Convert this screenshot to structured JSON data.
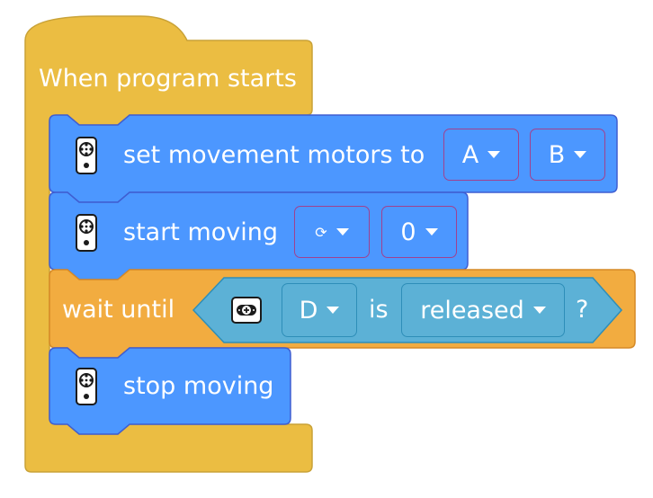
{
  "colors": {
    "event": "#ebbd42",
    "event_border": "#c9a237",
    "control": "#f2ac40",
    "control_border": "#d68a27",
    "motion": "#4c97ff",
    "motion_border": "#3f5ed1",
    "sensor": "#5cb1d6",
    "sensor_border": "#2e8eb8",
    "dropdown_border": "#a0418f"
  },
  "hat_block": {
    "label": "When program starts"
  },
  "blocks": [
    {
      "label": "set movement motors to",
      "icon": "remote-control-icon",
      "dropdowns": [
        {
          "value": "A"
        },
        {
          "value": "B"
        }
      ]
    },
    {
      "label": "start moving",
      "icon": "remote-control-icon",
      "dropdowns": [
        {
          "value": "⟳",
          "icon": "direction-arrow-icon"
        },
        {
          "value": "0"
        }
      ]
    },
    {
      "label": "wait until",
      "condition": {
        "icon": "force-sensor-icon",
        "port": "D",
        "connector": "is",
        "state": "released",
        "suffix": "?"
      }
    },
    {
      "label": "stop moving",
      "icon": "remote-control-icon"
    }
  ]
}
